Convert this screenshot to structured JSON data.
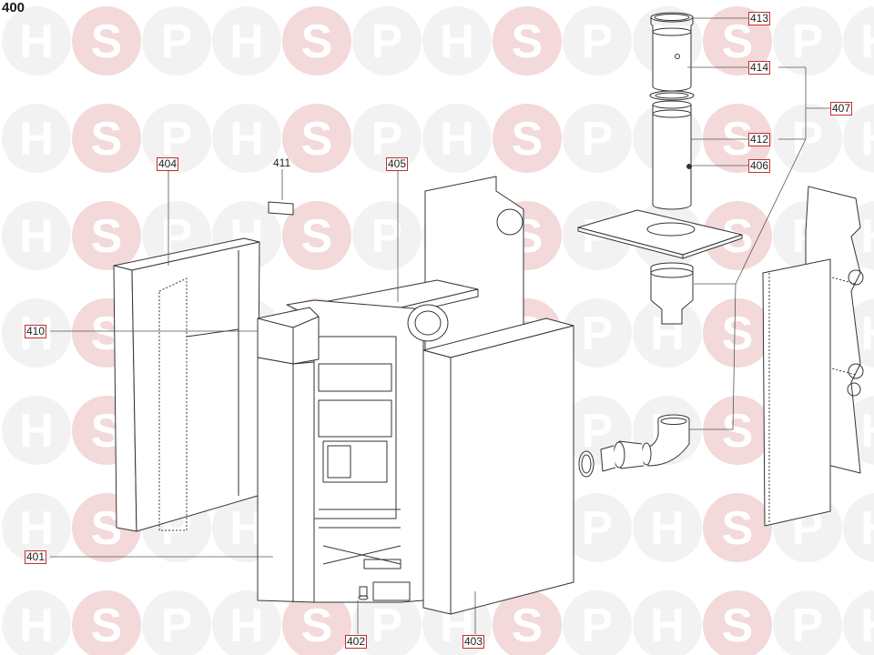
{
  "page_code": "400",
  "watermark": {
    "letters": [
      "H",
      "S",
      "P"
    ],
    "fill_color": "#f2f2f2",
    "accent_color": "#f3d9d9"
  },
  "callouts": {
    "c401": "401",
    "c402": "402",
    "c403": "403",
    "c404": "404",
    "c405": "405",
    "c406": "406",
    "c407": "407",
    "c410": "410",
    "c411": "411",
    "c412": "412",
    "c413": "413",
    "c414": "414"
  },
  "colors": {
    "line": "#333333",
    "callout_border": "#c23030"
  }
}
